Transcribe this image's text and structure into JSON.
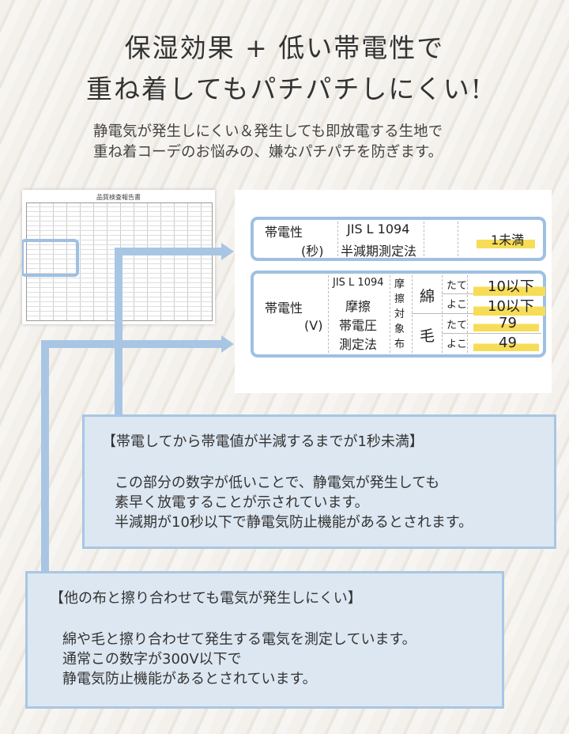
{
  "headline": {
    "line1": "保湿効果 + 低い帯電性で",
    "line2": "重ね着してもパチパチしにくい!"
  },
  "subtitle": {
    "line1": "静電気が発生しにくい＆発生しても即放電する生地で",
    "line2": "重ね着コーデのお悩みの、嫌なパチパチを防ぎます。"
  },
  "document": {
    "title": "品質検査報告書"
  },
  "table1": {
    "label": "帯電性",
    "unit": "(秒)",
    "method1": "JIS L 1094",
    "method2": "半減期測定法",
    "value": "1未満"
  },
  "table2": {
    "label": "帯電性",
    "unit": "(V)",
    "method": [
      "JIS L 1094",
      "摩擦",
      "帯電圧",
      "測定法"
    ],
    "target": "摩擦対象布",
    "rows": [
      {
        "fabric": "綿",
        "dir": "たて",
        "value": "10以下"
      },
      {
        "fabric": "",
        "dir": "よこ",
        "value": "10以下"
      },
      {
        "fabric": "毛",
        "dir": "たて",
        "value": "79"
      },
      {
        "fabric": "",
        "dir": "よこ",
        "value": "49"
      }
    ]
  },
  "callout1": {
    "heading": "【帯電してから帯電値が半減するまでが1秒未満】",
    "lines": [
      "この部分の数字が低いことで、静電気が発生しても",
      "素早く放電することが示されています。",
      "半減期が10秒以下で静電気防止機能があるとされます。"
    ]
  },
  "callout2": {
    "heading": "【他の布と擦り合わせても電気が発生しにくい】",
    "lines": [
      "綿や毛と擦り合わせて発生する電気を測定しています。",
      "通常この数字が300V以下で",
      "静電気防止機能があるとされています。"
    ]
  },
  "colors": {
    "accent": "#a8c6e4",
    "highlight": "#f7dd57",
    "callout_bg": "#dde7f1"
  }
}
